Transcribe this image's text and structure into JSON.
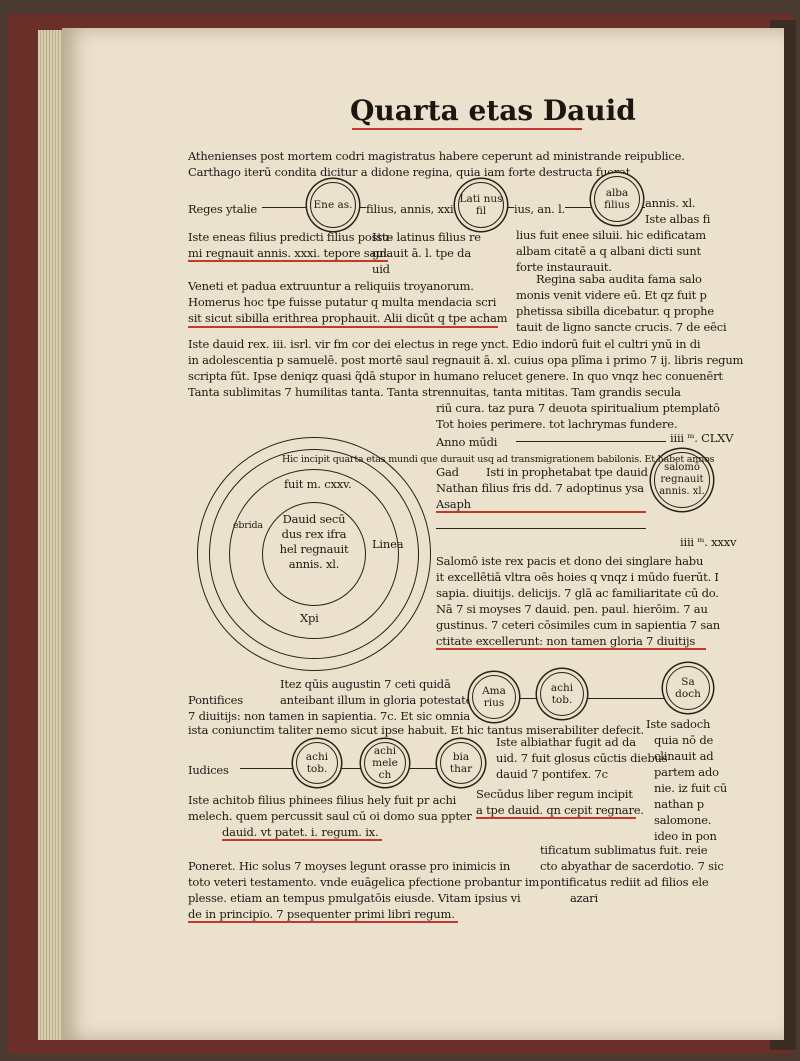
{
  "title": "Quarta etas Dauid",
  "intro": [
    "Athenienses post mortem codri magistratus habere ceperunt ad ministrande reipublice.",
    "Carthago iterū condita dicitur a didone regina, quia iam forte destructa fuerat"
  ],
  "reges_label": "Reges ytalie",
  "reges_circles": [
    {
      "name": "Ene as.",
      "note": "filius, annis, xxi"
    },
    {
      "name": "Lati nus fil",
      "note": "ius, an. l."
    },
    {
      "name": "alba filius",
      "note": "annis. xl."
    }
  ],
  "reges_text": [
    "Iste eneas filius predicti filius postu-",
    "mi regnauit annis. xxxi. tepore saul.",
    "Iste latinus filius re",
    "gnauit ā. l. tpe da",
    "uid",
    "Iste albas fi",
    "lius fuit enee siluii. hic edificatam",
    "albam citatē a q albani dicti sunt",
    "forte instaurauit."
  ],
  "veneti": [
    "Veneti et padua extruuntur a reliquiis troyanorum.",
    "Homerus hoc tpe fuisse putatur q multa mendacia scri",
    "sit sicut sibilla erithrea prophauit. Alii dicūt q tpe acham"
  ],
  "regina": [
    "Regina saba audita fama salo",
    "monis venit videre eū. Et qz fuit p",
    "phetissa sibilla dicebatur. q prophe",
    "tauit de ligno sancte crucis. 7 de eēci"
  ],
  "dauid_text": [
    "Iste dauid rex. iii. isrl. vir fm cor dei electus in rege ynct. Edio indorū fuit el cultri ynū in di",
    "in adolescentia p samuelē. post mortē saul regnauit ā. xl. cuius opa plīma i primo 7 ij. libris regum",
    "scripta fūt. Ipse deniqz quasi q̃dā stupor in humano relucet genere. In quo vnqz hec conuenērt",
    "Tanta sublimitas 7 humilitas tanta. Tanta strennuitas, tanta mititas. Tam grandis secula",
    "riū cura. taz pura 7 deuota spiritualium ptemplatō",
    "Tot hoies perimere. tot lachrymas fundere."
  ],
  "anno_label": "Anno mūdi",
  "anno_value": "iiii ᵐ. CLXV",
  "prophets": [
    "Gad",
    "Nathan filius fris dd. 7 adoptinus ysa",
    "Asaph"
  ],
  "prophets_note": "Isti in prophetabat tpe dauid",
  "salomon_circle": "salomō regnauit annis. xl.",
  "big_circle": {
    "ring_text": "Hic incipit quarta etas mundi que durauit usq ad transmigrationem babilonis. Et habet annos",
    "inner_top": "fuit m. cxxv.",
    "center": "Dauid secū dus rex ifra hel regnauit annis. xl.",
    "left": "ebrida",
    "right": "Linea",
    "bottom": "Xpi"
  },
  "year2": "iiii ᵐ. xxxv",
  "salomon_text": [
    "Salomō iste rex pacis et dono dei singlare habu",
    "it excellētiā vltra oēs hoies q vnqz i mūdo fuerūt. I",
    "sapia. diuitijs. delicijs. 7 glā ac familiaritate cū do.",
    "Nā 7 si moyses 7 dauid. pen. paul. hierōim. 7 au",
    "gustinus. 7 ceteri cōsimiles cum in sapientia 7 san",
    "ctitate excellerunt: non tamen gloria 7 diuitijs"
  ],
  "pontifices_text": [
    "Itez qūis augustin 7 ceti quidā",
    "anteibant illum in gloria potestate",
    "7 diuitijs: non tamen in sapientia. 7c. Et sic omnia",
    "ista coniunctim taliter nemo sicut ipse habuit. Et hic tantus miserabiliter defecit."
  ],
  "pontifices_label": "Pontifices",
  "pontif_circles": [
    {
      "name": "Ama rius"
    },
    {
      "name": "achi tob."
    },
    {
      "name": "Sa doch"
    }
  ],
  "sadoch_text": [
    "Iste sadoch",
    "quia nō de",
    "clinauit ad",
    "partem ado",
    "nie. iz fuit cū",
    "nathan p",
    "salomone.",
    "ideo in pon"
  ],
  "abiathar_text": [
    "Iste albiathar fugit ad da",
    "uid. 7 fuit glosus cūctis diebus",
    "dauid 7 pontifex. 7c",
    "Secūdus liber regum incipit",
    "a tpe dauid. qn cepit regnare."
  ],
  "iudices_label": "Iudices",
  "iudices_circles": [
    {
      "name": "achi tob."
    },
    {
      "name": "achi mele ch"
    },
    {
      "name": "bia thar"
    }
  ],
  "achitob_text": [
    "Iste achitob filius phinees filius hely fuit pr achi",
    "melech. quem percussit saul cū oi domo sua ppter",
    "dauid. vt patet. i. regum. ix."
  ],
  "bottom_left": [
    "Poneret. Hic solus 7 moyses legunt orasse pro inimicis in",
    "toto veteri testamento. vnde euāgelica pfectione probantur im",
    "plesse. etiam an tempus pmulgatōis eiusde. Vitam ipsius vi",
    "de in principio. 7 psequenter primi libri regum."
  ],
  "bottom_right": [
    "tificatum sublimatus fuit. reie",
    "cto abyathar de sacerdotio. 7 sic",
    "pontificatus rediit ad filios ele",
    "azari"
  ]
}
